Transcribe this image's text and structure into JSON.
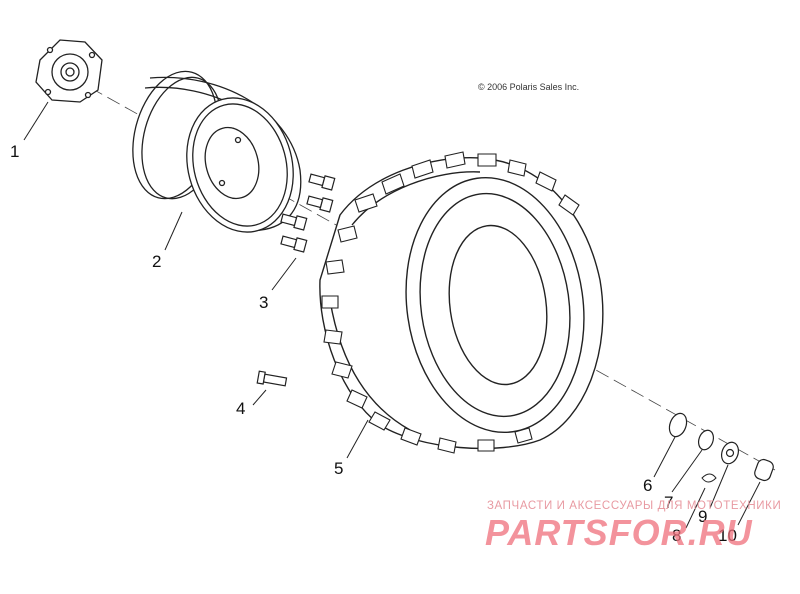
{
  "copyright": "© 2006 Polaris Sales Inc.",
  "watermark": {
    "tagline": "ЗАПЧАСТИ И АКСЕССУАРЫ ДЛЯ МОТОТЕХНИКИ",
    "brand": "PARTSFOR.RU"
  },
  "callouts": [
    "1",
    "2",
    "3",
    "4",
    "5",
    "6",
    "7",
    "8",
    "9",
    "10"
  ]
}
